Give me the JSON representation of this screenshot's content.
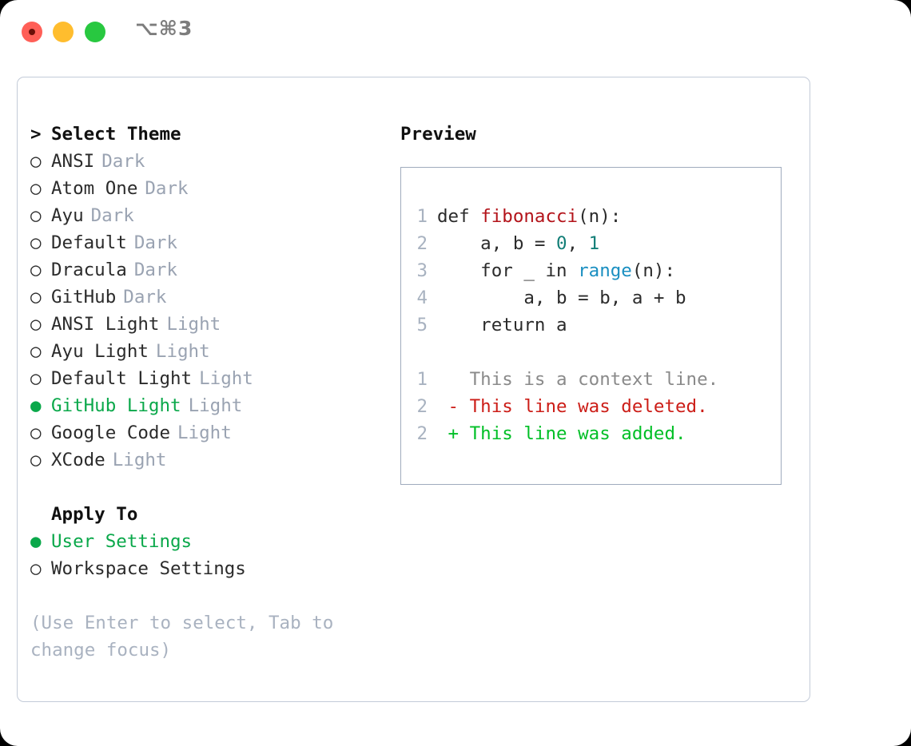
{
  "window": {
    "shortcut_label": "⌥⌘3",
    "traffic_lights": {
      "close": "close-button",
      "minimize": "minimize-button",
      "maximize": "maximize-button"
    },
    "colors": {
      "close": "#ff5f57",
      "minimize": "#ffbd2e",
      "maximize": "#28c840",
      "accent_green": "#0aa84a",
      "panel_border": "#c3cbd8",
      "preview_border": "#9fabbd",
      "muted_tag": "#9aa3b2",
      "hint_text": "#a9b2c0"
    }
  },
  "theme_list": {
    "header": {
      "marker": ">",
      "label": "Select Theme"
    },
    "items": [
      {
        "marker": "○",
        "label": "ANSI",
        "tag": "Dark",
        "selected": false
      },
      {
        "marker": "○",
        "label": "Atom One",
        "tag": "Dark",
        "selected": false
      },
      {
        "marker": "○",
        "label": "Ayu",
        "tag": "Dark",
        "selected": false
      },
      {
        "marker": "○",
        "label": "Default",
        "tag": "Dark",
        "selected": false
      },
      {
        "marker": "○",
        "label": "Dracula",
        "tag": "Dark",
        "selected": false
      },
      {
        "marker": "○",
        "label": "GitHub",
        "tag": "Dark",
        "selected": false
      },
      {
        "marker": "○",
        "label": "ANSI Light",
        "tag": "Light",
        "selected": false
      },
      {
        "marker": "○",
        "label": "Ayu Light",
        "tag": "Light",
        "selected": false
      },
      {
        "marker": "○",
        "label": "Default Light",
        "tag": "Light",
        "selected": false
      },
      {
        "marker": "●",
        "label": "GitHub Light",
        "tag": "Light",
        "selected": true
      },
      {
        "marker": "○",
        "label": "Google Code",
        "tag": "Light",
        "selected": false
      },
      {
        "marker": "○",
        "label": "XCode",
        "tag": "Light",
        "selected": false
      }
    ]
  },
  "apply_to": {
    "header": {
      "marker": "",
      "label": "Apply To"
    },
    "items": [
      {
        "marker": "●",
        "label": "User Settings",
        "selected": true
      },
      {
        "marker": "○",
        "label": "Workspace Settings",
        "selected": false
      }
    ]
  },
  "hint": "(Use Enter to select, Tab to change focus)",
  "preview": {
    "title": "Preview",
    "code_lines": [
      {
        "number": "1",
        "segments": [
          {
            "text": "def ",
            "style": "plain"
          },
          {
            "text": "fibonacci",
            "style": "func"
          },
          {
            "text": "(n):",
            "style": "plain"
          }
        ]
      },
      {
        "number": "2",
        "segments": [
          {
            "text": "    a, b = ",
            "style": "plain"
          },
          {
            "text": "0",
            "style": "num"
          },
          {
            "text": ", ",
            "style": "plain"
          },
          {
            "text": "1",
            "style": "num"
          }
        ]
      },
      {
        "number": "3",
        "segments": [
          {
            "text": "    for _ in ",
            "style": "plain"
          },
          {
            "text": "range",
            "style": "call"
          },
          {
            "text": "(n):",
            "style": "plain"
          }
        ]
      },
      {
        "number": "4",
        "segments": [
          {
            "text": "        a, b = b, a + b",
            "style": "plain"
          }
        ]
      },
      {
        "number": "5",
        "segments": [
          {
            "text": "    return a",
            "style": "plain"
          }
        ]
      }
    ],
    "diff_lines": [
      {
        "number": "1",
        "sign": " ",
        "text": "This is a context line.",
        "kind": "context"
      },
      {
        "number": "2",
        "sign": "-",
        "text": "This line was deleted.",
        "kind": "deleted"
      },
      {
        "number": "2",
        "sign": "+",
        "text": "This line was added.",
        "kind": "added"
      }
    ]
  }
}
